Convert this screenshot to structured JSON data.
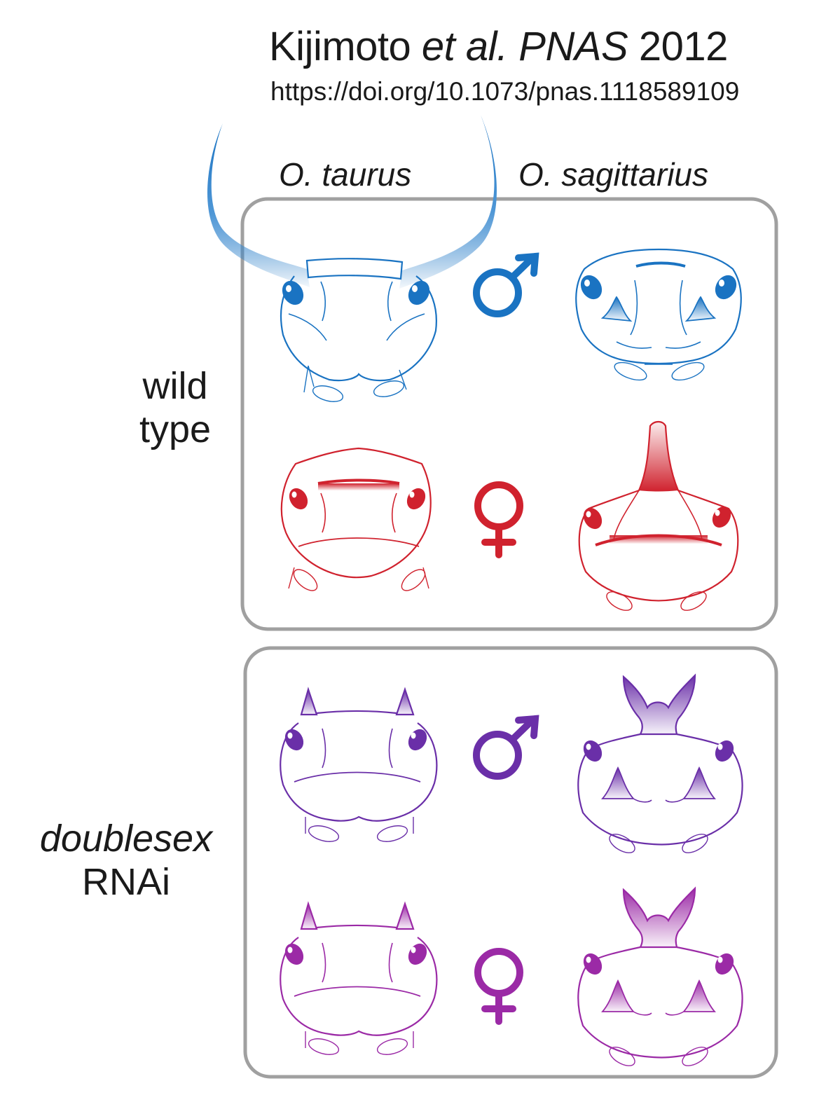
{
  "citation": {
    "author": "Kijimoto",
    "etal": "et al.",
    "journal": "PNAS",
    "year": "2012",
    "doi": "https://doi.org/10.1073/pnas.1118589109"
  },
  "species": {
    "left": "O. taurus",
    "right": "O. sagittarius"
  },
  "rows": {
    "wild_type": {
      "line1": "wild",
      "line2": "type"
    },
    "dsx": {
      "line1": "doublesex",
      "line2": "RNAi"
    }
  },
  "symbols": {
    "male": "male-symbol",
    "female": "female-symbol"
  },
  "colors": {
    "wild_male": "#1a73c2",
    "wild_female": "#d0222e",
    "rnai_male": "#6a2fa8",
    "rnai_female": "#9b2aa6",
    "panel_border": "#a0a0a0"
  }
}
